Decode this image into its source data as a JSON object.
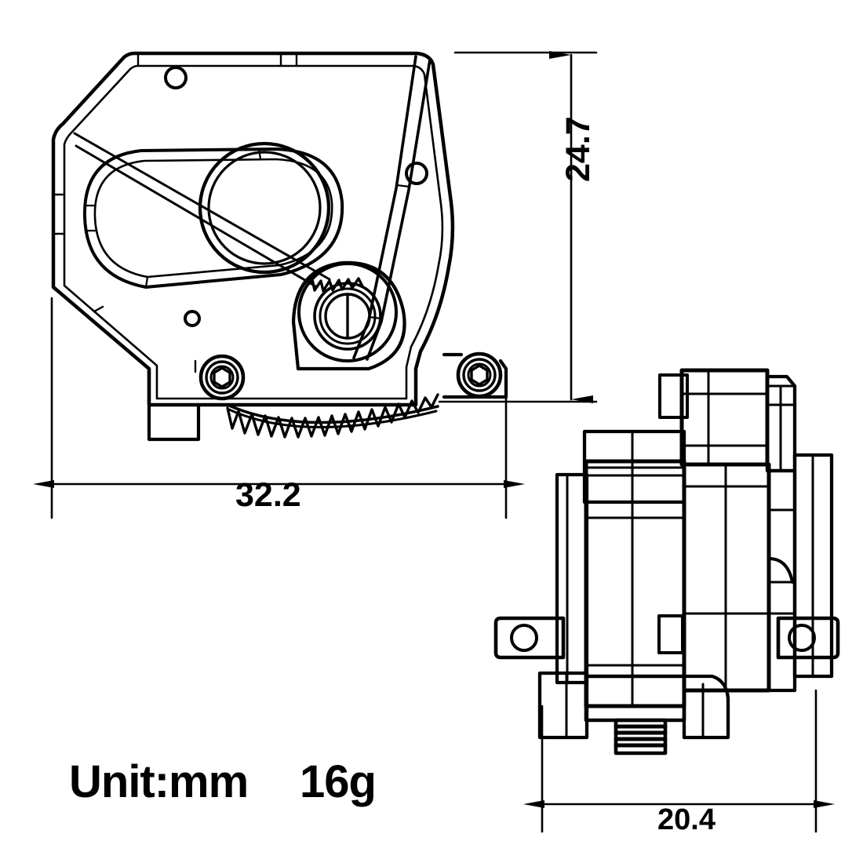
{
  "drawing": {
    "title": "RC Gearbox Transmission Assembly Technical Drawing",
    "background_color": "#ffffff",
    "line_color": "#000000",
    "units_note": "Unit:mm",
    "weight_note": "16g"
  },
  "dimensions": {
    "width_overall": {
      "value": "32.2",
      "unit": "mm",
      "orientation": "horizontal",
      "view": "side-view",
      "name": "overall-width"
    },
    "height_overall": {
      "value": "24.7",
      "unit": "mm",
      "orientation": "vertical",
      "view": "side-view",
      "name": "overall-height"
    },
    "depth_overall": {
      "value": "20.4",
      "unit": "mm",
      "orientation": "horizontal",
      "view": "front-view",
      "name": "overall-depth"
    }
  },
  "views": {
    "side": {
      "name": "side-profile-view",
      "features": [
        "gearbox-housing-outline",
        "belt-pulley-oval",
        "large-bore-circle",
        "upper-mounting-hole",
        "mid-mounting-hole",
        "pinion-gear",
        "output-shaft-d-profile",
        "left-hex-screw-boss",
        "right-hex-screw-boss",
        "large-spur-gear-teeth"
      ]
    },
    "front": {
      "name": "front-elevation-view",
      "features": [
        "housing-body-blocks",
        "left-mounting-tab",
        "right-mounting-tab",
        "left-tab-hole",
        "right-tab-hole",
        "splined-output-shaft",
        "motor-mount-step"
      ]
    }
  },
  "colors": {
    "line": "#000000",
    "fill": "#ffffff",
    "text": "#000000"
  }
}
